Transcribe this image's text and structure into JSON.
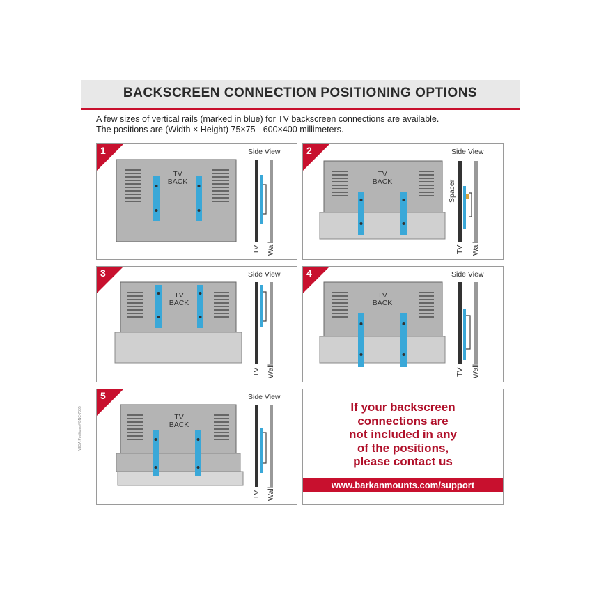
{
  "header": {
    "title": "BACKSCREEN CONNECTION POSITIONING OPTIONS"
  },
  "intro": {
    "line1": "A few sizes of vertical rails (marked in blue) for TV backscreen connections are available.",
    "line2": "The positions are (Width × Height) 75×75 - 600×400 millimeters."
  },
  "labels": {
    "side_view": "Side View",
    "tv_back_line1": "TV",
    "tv_back_line2": "BACK",
    "tv": "TV",
    "wall": "Wall",
    "spacer": "Spacer"
  },
  "panels": [
    {
      "number": "1"
    },
    {
      "number": "2"
    },
    {
      "number": "3"
    },
    {
      "number": "4"
    },
    {
      "number": "5"
    }
  ],
  "contact": {
    "line1": "If your backscreen",
    "line2": "connections are",
    "line3": "not included in any",
    "line4": "of the positions,",
    "line5": "please contact us",
    "url": "www.barkanmounts.com/support"
  },
  "side_note": "VESA Positions # BNC-7005",
  "colors": {
    "accent": "#c8102e",
    "rail": "#3aa8d8",
    "tv_gray": "#b4b4b4"
  }
}
